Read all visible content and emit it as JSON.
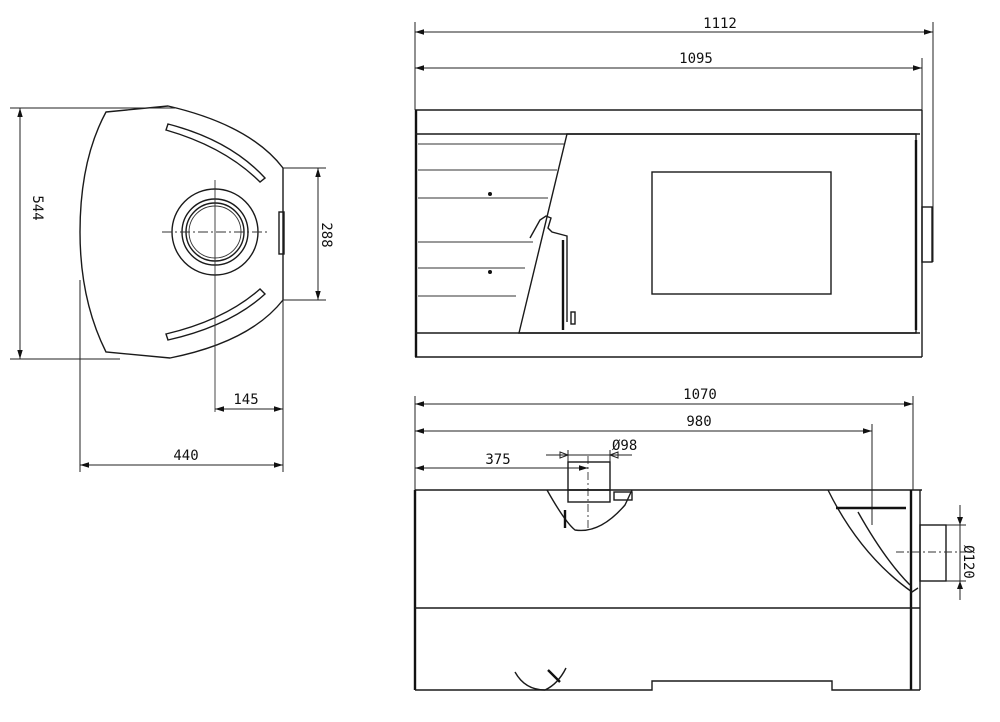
{
  "dimensions": {
    "top_depth": "544",
    "top_flue_offset": "288",
    "top_flue_from_back": "145",
    "top_width": "440",
    "front_total_width": "1112",
    "front_body_width": "1095",
    "side_total_length": "1070",
    "side_flue_rear": "980",
    "side_flue_front": "375",
    "side_flue_top_diameter": "Ø98",
    "side_flue_rear_diameter": "Ø120"
  },
  "colors": {
    "line": "#1a1a1a",
    "background": "#ffffff"
  }
}
